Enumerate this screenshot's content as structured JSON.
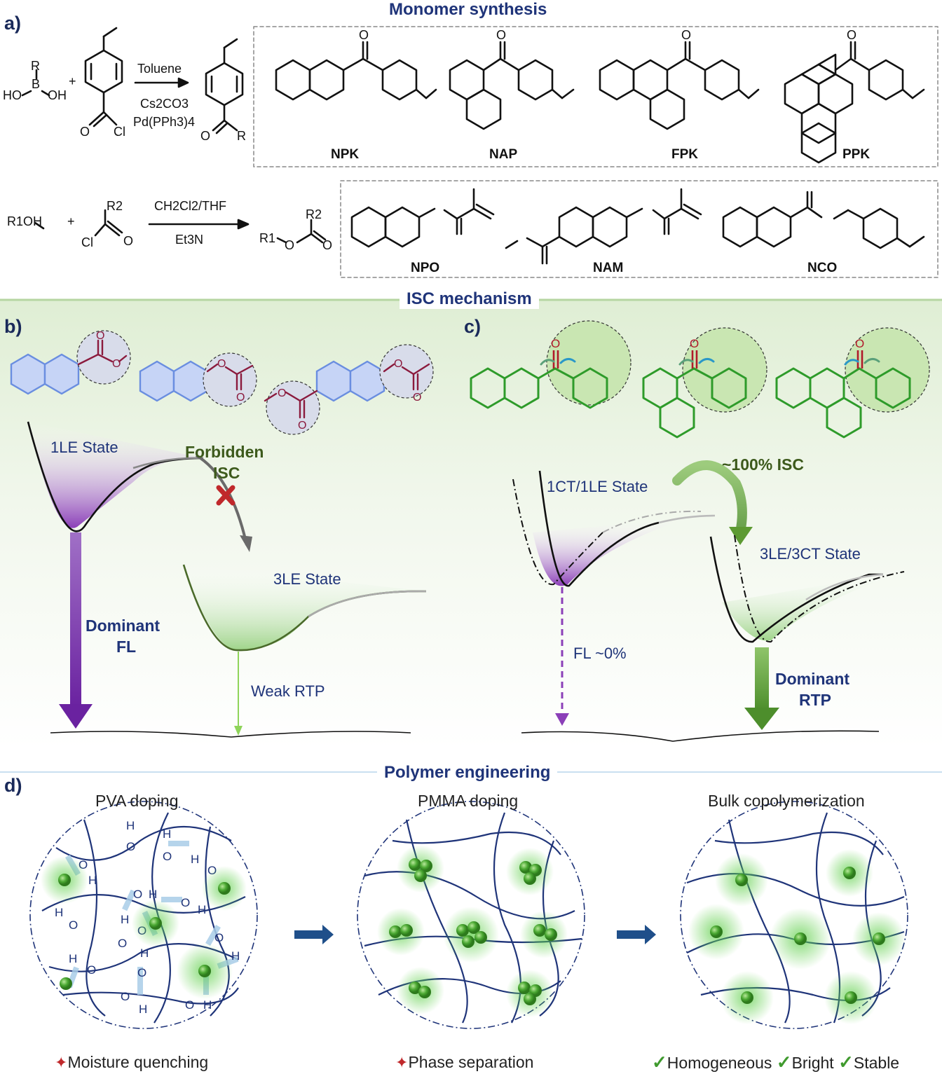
{
  "panels": {
    "a": "a)",
    "b": "b)",
    "c": "c)",
    "d": "d)"
  },
  "sections": {
    "monomer": "Monomer synthesis",
    "isc": "ISC mechanism",
    "polymer": "Polymer engineering"
  },
  "reaction1": {
    "reagent_top": "Toluene",
    "reagent_mid": "Cs2CO3",
    "reagent_bot": "Pd(PPh3)4",
    "atoms": {
      "R": "R",
      "B": "B",
      "HO": "HO",
      "OH": "OH",
      "plus": "+",
      "O": "O",
      "Cl": "Cl"
    }
  },
  "reaction2": {
    "r1oh": "R1OH",
    "reagent_top": "CH2Cl2/THF",
    "reagent_bot": "Et3N",
    "atoms": {
      "R2": "R2",
      "Cl": "Cl",
      "O": "O",
      "R1": "R1",
      "plus": "+"
    }
  },
  "compounds_row1": [
    "NPK",
    "NAP",
    "FPK",
    "PPK"
  ],
  "compounds_row2": [
    "NPO",
    "NAM",
    "NCO"
  ],
  "panel_b": {
    "s1": "1LE State",
    "forbidden": "Forbidden",
    "isc": "ISC",
    "t1": "3LE State",
    "dominant": "Dominant",
    "fl": "FL",
    "weak": "Weak RTP"
  },
  "panel_c": {
    "s1": "1CT/1LE State",
    "isc": "~100% ISC",
    "t1": "3LE/3CT State",
    "fl": "FL ~0%",
    "dominant": "Dominant",
    "rtp": "RTP"
  },
  "panel_d": {
    "pva": "PVA doping",
    "pmma": "PMMA doping",
    "bulk": "Bulk copolymerization",
    "cap1": "Moisture quenching",
    "cap2": "Phase separation",
    "cap3a": "Homogeneous",
    "cap3b": "Bright",
    "cap3c": "Stable"
  },
  "colors": {
    "navy": "#1f3479",
    "purple": "#7b35a8",
    "green": "#2e9b2a",
    "dark_green": "#3d5a1c",
    "maroon": "#8b1a3d",
    "red": "#c0282b"
  }
}
